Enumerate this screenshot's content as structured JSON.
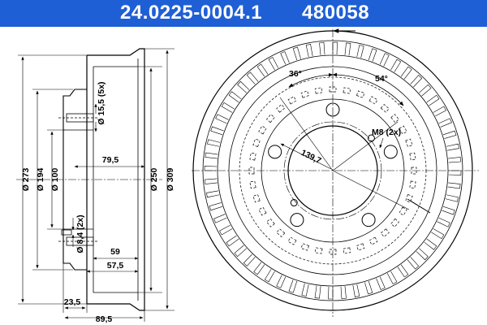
{
  "header": {
    "part_number": "24.0225-0004.1",
    "ref_number": "480058",
    "background_color": "#1f5fd6",
    "text_color": "#ffffff"
  },
  "dimensions": {
    "d_outer": "Ø 309",
    "d_brake": "Ø 250",
    "d_bolt": "Ø 273",
    "d_center": "Ø 100",
    "d_hub": "Ø 194",
    "hole_dia": "Ø 15,5 (5x)",
    "small_hole": "Ø 8,4 (2x)",
    "width_79": "79,5",
    "width_59": "59",
    "width_57": "57,5",
    "width_23": "23,5",
    "width_89": "89,5",
    "angle_36": "36°",
    "angle_54": "54°",
    "pcd": "139,7",
    "thread": "M8 (2x)"
  }
}
